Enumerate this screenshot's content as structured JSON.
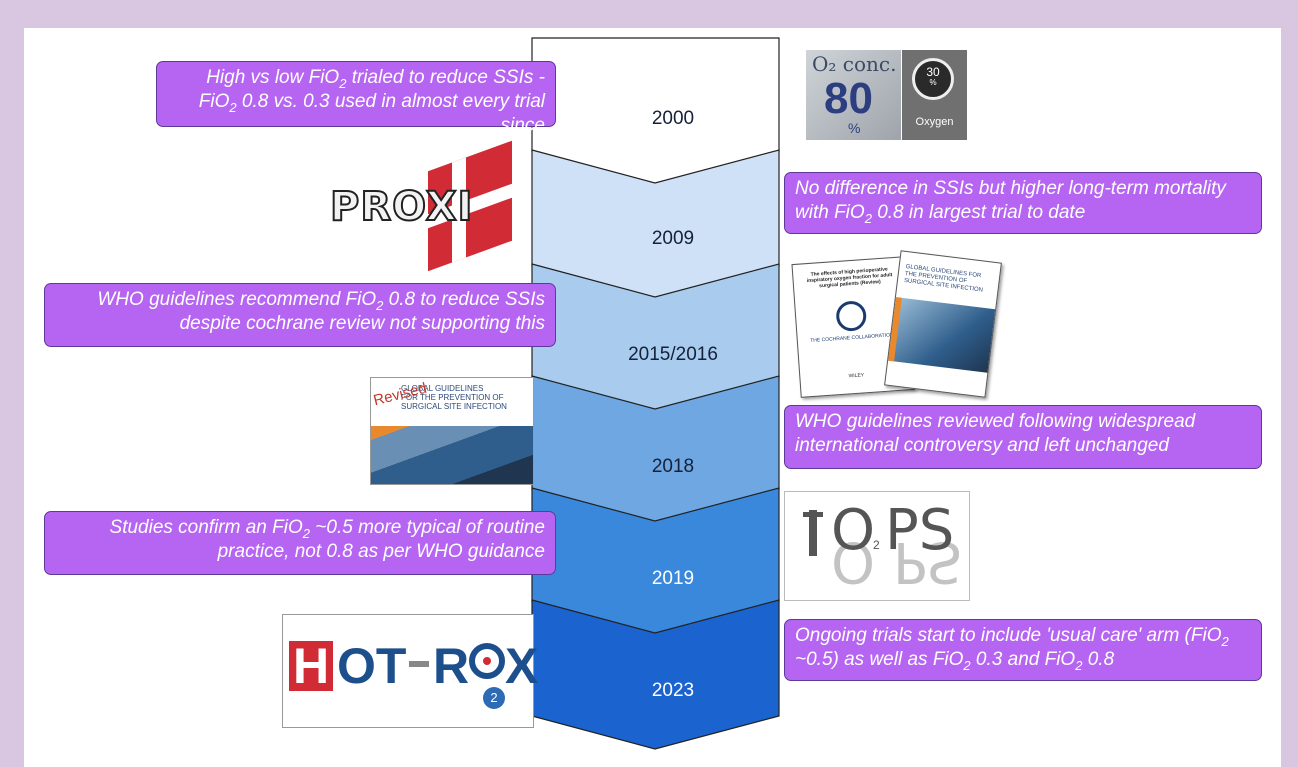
{
  "timeline": [
    {
      "year": "2000",
      "color": "#ffffff"
    },
    {
      "year": "2009",
      "color": "#cfe1f6"
    },
    {
      "year": "2015/2016",
      "color": "#a8cbee"
    },
    {
      "year": "2018",
      "color": "#6ea7e1"
    },
    {
      "year": "2019",
      "color": "#3a88dc"
    },
    {
      "year": "2023",
      "color": "#1b63cf"
    }
  ],
  "events": {
    "e2000": {
      "a": "High vs low FiO",
      "b": "2",
      "c": " trialed to reduce SSIs - FiO",
      "d": "2",
      "e": " 0.8 vs. 0.3 used in almost every trial since"
    },
    "e2009": {
      "a": "No difference in SSIs but higher long-term mortality with FiO",
      "b": "2",
      "c": " 0.8 in largest trial to date"
    },
    "e2015": {
      "a": "WHO guidelines recommend FiO",
      "b": "2",
      "c": " 0.8 to reduce SSIs despite cochrane review not supporting this"
    },
    "e2018": {
      "a": "WHO guidelines reviewed following widespread international controversy and left unchanged"
    },
    "e2019": {
      "a": "Studies confirm an FiO",
      "b": "2",
      "c": " ~0.5 more typical of routine practice, not 0.8 as per WHO guidance"
    },
    "e2023": {
      "a": "Ongoing trials start to include 'usual care' arm (FiO",
      "b": "2",
      "c": " ~0.5) as well as FiO",
      "d": "2",
      "e": " 0.3 and FiO",
      "f": "2",
      "g": " 0.8"
    }
  },
  "images": {
    "o2": {
      "conc": "O₂ conc.",
      "big": "80",
      "pct": "%",
      "dial": "30",
      "dial_pct": "%",
      "label": "Oxygen"
    },
    "proxi": {
      "text": "PROXI"
    },
    "cochrane": {
      "title": "The effects of high perioperative inspiratory oxygen fraction for adult surgical patients (Review)",
      "logo": "THE COCHRANE COLLABORATION®",
      "publisher": "WILEY"
    },
    "who": {
      "title": "GLOBAL GUIDELINES FOR THE PREVENTION OF SURGICAL SITE INFECTION"
    },
    "revised": {
      "tag": "Revised",
      "line1": "GLOBAL GUIDELINES",
      "line2": "FOR THE PREVENTION OF",
      "line3": "SURGICAL SITE INFECTION"
    },
    "ops": {
      "o": "O",
      "sub": "2",
      "ps": "PS"
    },
    "hotrox": {
      "h": "H",
      "ot": "OT",
      "r": "R",
      "x": "X",
      "sub": "2"
    }
  }
}
